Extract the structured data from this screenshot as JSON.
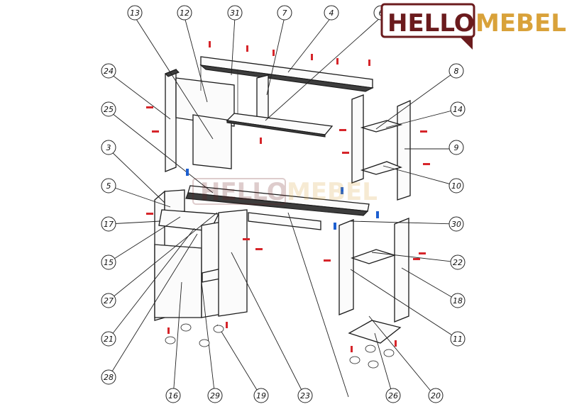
{
  "brand": {
    "part1": "HELLO",
    "part2": "MEBEL",
    "color_dark": "#6b1b1d",
    "color_gold": "#d9a23a"
  },
  "colors": {
    "fastener_red": "#d6252a",
    "fastener_blue": "#1d5fd0",
    "line": "#1a1a1a",
    "edge_fill": "#3d3d3d"
  },
  "callouts": [
    "13",
    "12",
    "31",
    "7",
    "4",
    "6",
    "24",
    "8",
    "25",
    "14",
    "3",
    "9",
    "5",
    "10",
    "17",
    "30",
    "15",
    "22",
    "27",
    "18",
    "21",
    "11",
    "28",
    "16",
    "29",
    "19",
    "23",
    "26",
    "20"
  ]
}
